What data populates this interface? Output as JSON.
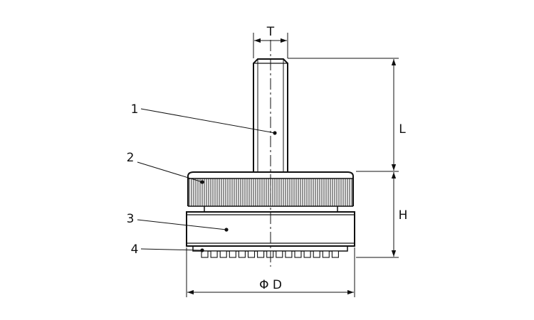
{
  "dimensions": {
    "thread_size": "T",
    "stud_length": "L",
    "base_height": "H",
    "diameter": "Φ D"
  },
  "part_callouts": [
    "1",
    "2",
    "3",
    "4"
  ]
}
